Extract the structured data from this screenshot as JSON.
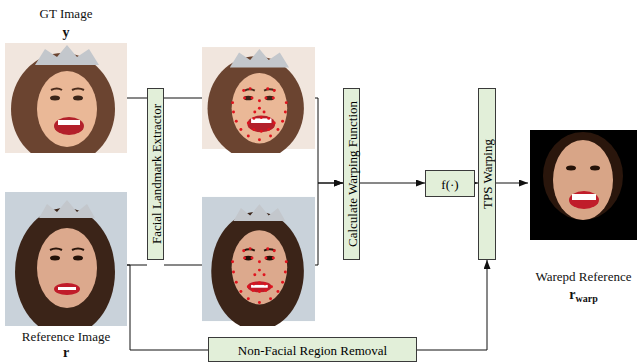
{
  "diagram": {
    "nodes": [
      {
        "text": [
          "GT Image",
          "y"
        ]
      },
      {
        "text": [
          "Reference Image",
          "r"
        ]
      },
      {
        "text": [
          "Facial Landmark Extractor"
        ]
      },
      {
        "text": [
          "Calculate Warping Function"
        ]
      },
      {
        "text": [
          "f(·)"
        ]
      },
      {
        "text": [
          "TPS Warping"
        ]
      },
      {
        "text": [
          "Warepd Reference",
          "r",
          "warp"
        ]
      },
      {
        "text": [
          "Non-Facial Region Removal"
        ]
      }
    ],
    "edges": [
      {
        "from": 0,
        "to": 2,
        "arrow": "none"
      },
      {
        "from": 1,
        "to": 2,
        "arrow": "none"
      },
      {
        "from": 2,
        "to": 3,
        "arrow": "to"
      },
      {
        "from": 2,
        "to": 3,
        "arrow": "to"
      },
      {
        "from": 3,
        "to": 4,
        "arrow": "to"
      },
      {
        "from": 4,
        "to": 5,
        "arrow": "to"
      },
      {
        "from": 5,
        "to": 6,
        "arrow": "to"
      },
      {
        "from": 1,
        "to": 7,
        "arrow": "none"
      },
      {
        "from": 7,
        "to": 5,
        "arrow": "to"
      }
    ]
  }
}
